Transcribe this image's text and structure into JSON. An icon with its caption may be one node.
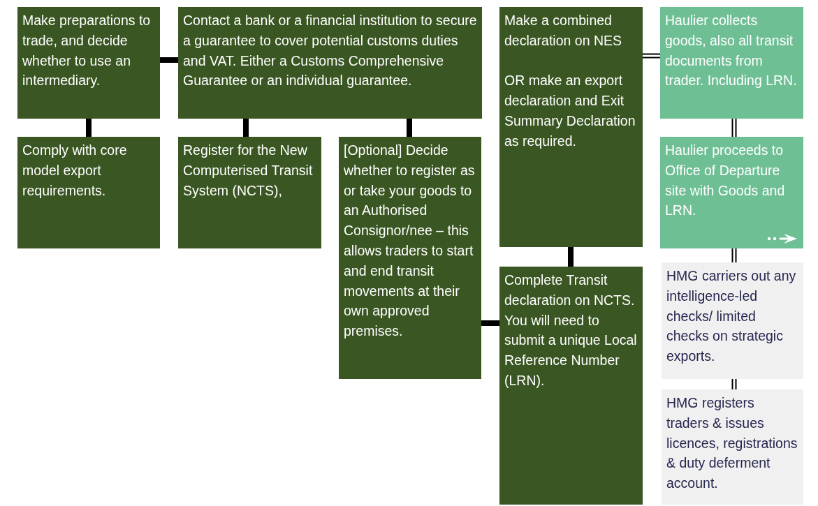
{
  "diagram": {
    "nodes": [
      {
        "text": [
          "Make preparations to trade, and decide whether to use an intermediary."
        ]
      },
      {
        "text": [
          "Contact a bank or a financial institution to secure a guarantee to cover potential customs duties and VAT. Either a Customs Comprehensive Guarantee or an individual guarantee."
        ]
      },
      {
        "text": [
          "Comply with core model export requirements."
        ]
      },
      {
        "text": [
          "Register for the New Computerised Transit System (NCTS),"
        ]
      },
      {
        "text": [
          "[Optional] Decide whether to register as or take your goods to an Authorised Consignor/nee – this allows traders to start and end transit movements at their own approved premises."
        ]
      },
      {
        "text": [
          "Make a combined declaration on NES",
          "OR make an export declaration and Exit Summary Declaration as required."
        ]
      },
      {
        "text": [
          "Complete Transit declaration on NCTS. You will need to submit a unique Local Reference Number (LRN)."
        ]
      },
      {
        "text": [
          "Haulier collects goods, also all transit documents from trader. Including LRN."
        ]
      },
      {
        "text": [
          "Haulier proceeds to Office of Departure site with Goods and LRN."
        ]
      },
      {
        "text": [
          "HMG carriers out any intelligence-led checks/ limited checks on strategic exports."
        ]
      },
      {
        "text": [
          "HMG registers traders & issues licences, registrations & duty deferment account."
        ]
      }
    ],
    "edges": [
      {
        "from": 0,
        "to": 1,
        "arrow": "none"
      },
      {
        "from": 0,
        "to": 2,
        "arrow": "none"
      },
      {
        "from": 1,
        "to": 3,
        "arrow": "none"
      },
      {
        "from": 1,
        "to": 4,
        "arrow": "none"
      },
      {
        "from": 4,
        "to": 6,
        "arrow": "none"
      },
      {
        "from": 5,
        "to": 6,
        "arrow": "none"
      },
      {
        "from": 5,
        "to": 7,
        "arrow": "none"
      },
      {
        "from": 7,
        "to": 8,
        "arrow": "none"
      },
      {
        "from": 8,
        "to": 9,
        "arrow": "none"
      },
      {
        "from": 9,
        "to": 10,
        "arrow": "none"
      }
    ]
  }
}
